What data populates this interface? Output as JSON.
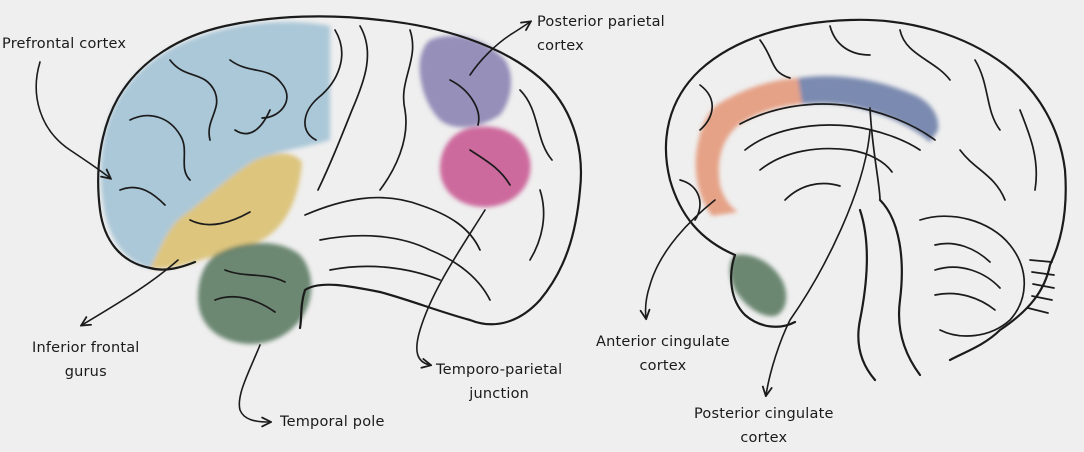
{
  "colors": {
    "background": "#efefef",
    "prefrontal": "#9fc1d3",
    "inferior_frontal": "#d9bd6a",
    "temporal_pole": "#5d7b64",
    "posterior_parietal": "#8b84b4",
    "temporo_parietal": "#c95b93",
    "anterior_cingulate": "#e49a7c",
    "posterior_cingulate": "#6f80a8",
    "medial_green": "#5d7b64",
    "ink": "#1b1b1b"
  },
  "labels": {
    "prefrontal": [
      "Prefrontal cortex"
    ],
    "posterior_parietal": [
      "Posterior parietal",
      "cortex"
    ],
    "inferior_frontal": [
      "Inferior frontal",
      "gurus"
    ],
    "temporal_pole": [
      "Temporal pole"
    ],
    "temporo_parietal": [
      "Temporo-parietal",
      "junction"
    ],
    "anterior_cingulate": [
      "Anterior cingulate",
      "cortex"
    ],
    "posterior_cingulate": [
      "Posterior cingulate",
      "cortex"
    ]
  }
}
